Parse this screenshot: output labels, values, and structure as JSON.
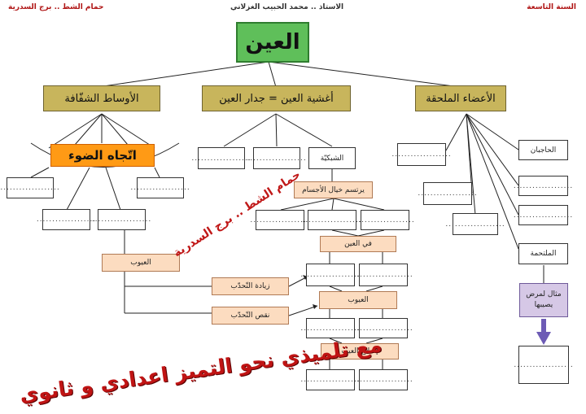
{
  "header": {
    "right": "السنة التاسعة",
    "center": "الاستاذ .. محمد الحبيب الغزلاني",
    "left": "حمام الشط .. برج السدرية"
  },
  "root": {
    "label": "العين"
  },
  "categories": {
    "annexes": "الأعضاء الملحقة",
    "membranes": "أغشية العين = جدار العين",
    "media": "الأوساط الشفّافة"
  },
  "annexes": {
    "eyebrows": "الحاجبان",
    "conjunctiva": "الملتحمة",
    "disease_example": "مثال لمرض يصيبها"
  },
  "membranes": {
    "retina": "الشبكيّة"
  },
  "retina_chain": {
    "forms_image": "يرتسم خيال الأجسام",
    "in_eye": "في العين",
    "defects": "العيوب",
    "correction": "إصلاح العيب"
  },
  "media": {
    "light_direction": "اتّجاه الضوء",
    "defects": "العيوب",
    "increase_curvature": "زيادة التّحدّب",
    "decrease_curvature": "نقص التّحدّب"
  },
  "blank": "...................",
  "watermark": "حمام الشط .. برج السدرية",
  "slogan": "مع تلميذي نحو التميز اعدادي و ثانوي"
}
